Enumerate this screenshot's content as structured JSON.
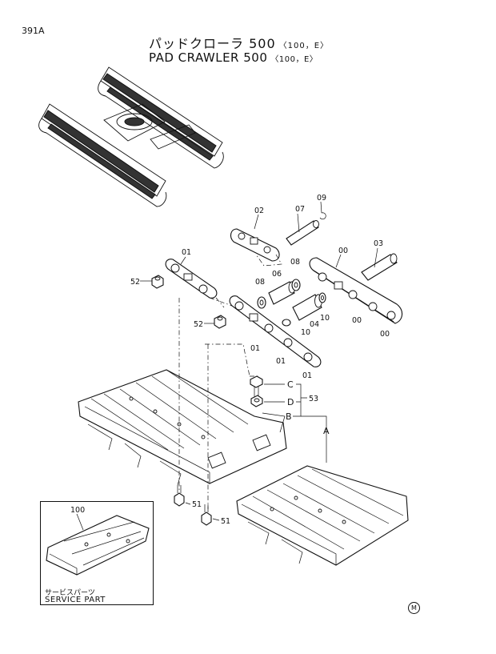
{
  "page": {
    "code": "391A",
    "title_jp": "パッドクローラ 500",
    "title_en": "PAD CRAWLER 500",
    "title_suffix": "〈100，E〉"
  },
  "callouts": {
    "p02": "02",
    "p07": "07",
    "p09": "09",
    "p03": "03",
    "p00a": "00",
    "p00b": "00",
    "p00c": "00",
    "p01a": "01",
    "p01b": "01",
    "p01c": "01",
    "p01d": "01",
    "p08a": "08",
    "p08b": "08",
    "p06": "06",
    "p04": "04",
    "p10a": "10",
    "p10b": "10",
    "p52a": "52",
    "p52b": "52",
    "p53": "53",
    "p51a": "51",
    "p51b": "51",
    "p100": "100",
    "refA": "A",
    "refB": "B",
    "refC": "C",
    "refD": "D"
  },
  "service_part": {
    "label_jp": "サービスパーツ",
    "label_en": "SERVICE PART"
  },
  "mark": "M"
}
